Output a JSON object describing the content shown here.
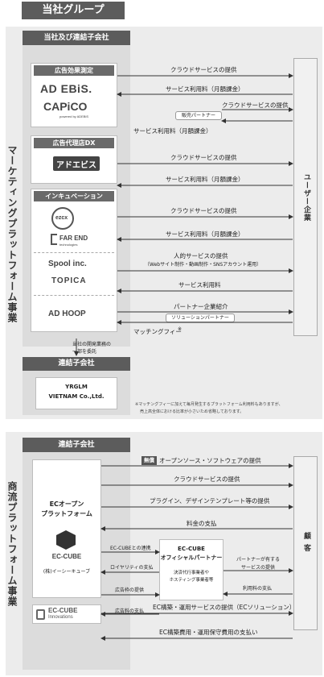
{
  "group_header": "当社グループ",
  "marketing": {
    "side_label": "マーケティングプラットフォーム事業",
    "company_header": "当社及び連結子会社",
    "ad_effect": {
      "header": "広告効果測定",
      "logos": [
        "AD EBiS.",
        "CAPiCO",
        "powered by ADEBiS"
      ],
      "partner_pill": "販売パートナー",
      "arrows": [
        "クラウドサービスの提供",
        "サービス利用料（月額課金）",
        "クラウドサービスの提供",
        "サービス利用料（月額課金）"
      ]
    },
    "agency_dx": {
      "header": "広告代理店DX",
      "logo": "アドエビス",
      "arrows": [
        "クラウドサービスの提供",
        "サービス利用料（月額課金）"
      ]
    },
    "incubation": {
      "header": "インキュベーション",
      "logos": [
        "ezcx",
        "FAR END",
        "technologies",
        "Spool inc.",
        "TOPICA",
        "AD HOOP"
      ],
      "arrows": [
        "クラウドサービスの提供",
        "サービス利用料（月額課金）",
        "人的サービスの提供",
        "（Webサイト制作・動画制作・SNSアカウント運用）",
        "サービス利用料",
        "パートナー企業紹介",
        "マッチングフィー"
      ],
      "solution_pill": "ソリューションパートナー",
      "footnote_mark": "※"
    },
    "user_box": "ユーザー企業",
    "dev_note": [
      "当社の開発業務の",
      "一部を委託"
    ],
    "sub_header": "連結子会社",
    "vietnam": [
      "YRGLM",
      "VIETNAM Co.,Ltd."
    ],
    "footnote": [
      "※マッチングフィーに加えて毎月発生するプラットフォーム利用料もありますが、",
      "売上高全体における比率が小さいため省略しております。"
    ]
  },
  "commerce": {
    "side_label": "商流プラットフォーム事業",
    "sub_header": "連結子会社",
    "platform_label": [
      "ECオープン",
      "プラットフォーム"
    ],
    "ec_cube_logo": "EC-CUBE",
    "company_name": "(株)イーシーキューブ",
    "free_badge": "無償",
    "arrows_top": [
      "オープンソース・ソフトウェアの提供",
      "クラウドサービスの提供",
      "プラグイン、デザインテンプレート等の提供",
      "料金の支払"
    ],
    "arrows_partner": [
      "EC-CUBEとの連携",
      "ロイヤリティの支払",
      "広告枠の提供",
      "広告料の支払"
    ],
    "official_partner": [
      "EC-CUBE",
      "オフィシャルパートナー",
      "決済代行事業者や",
      "ホスティング事業者等"
    ],
    "partner_customer": [
      "パートナーが有する",
      "サービスの提供",
      "利用料の支払"
    ],
    "customer_box": "顧客",
    "innovations_logo": [
      "EC-CUBE",
      "Innovations"
    ],
    "arrows_bottom": [
      "EC構築・運用サービスの提供（ECソリューション）",
      "EC構築費用・運用保守費用の支払い"
    ]
  }
}
